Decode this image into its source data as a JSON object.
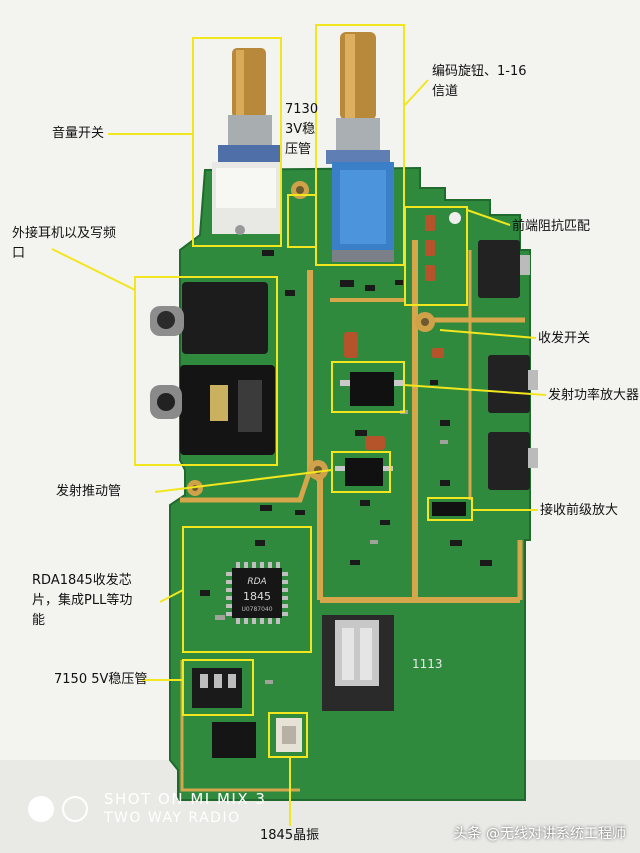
{
  "labels": {
    "volume_switch": "音量开关",
    "regulator_3v": "7130\n3V稳\n压管",
    "encoder_knob": "编码旋钮、1-16\n信道",
    "ext_earphone": "外接耳机以及写频\n口",
    "impedance_match": "前端阻抗匹配",
    "tx_rx_switch": "收发开关",
    "power_amp": "发射功率放大器",
    "tx_driver": "发射推动管",
    "rx_preamp": "接收前级放大",
    "rda_chip": "RDA1845收发芯\n片，集成PLL等功\n能",
    "regulator_5v": "7150 5V稳压管",
    "crystal": "1845晶振"
  },
  "chip_marking": {
    "logo": "RDA",
    "model": "1845",
    "code": "U0787040"
  },
  "board_marking": "1113",
  "watermark": {
    "line1": "SHOT ON MI MIX 3",
    "line2": "TWO WAY RADIO"
  },
  "credit": "头条 @无线对讲系统工程师",
  "colors": {
    "pcb": "#2f8a3e",
    "annotation": "#f2e61e",
    "background": "#f4f4f1"
  }
}
